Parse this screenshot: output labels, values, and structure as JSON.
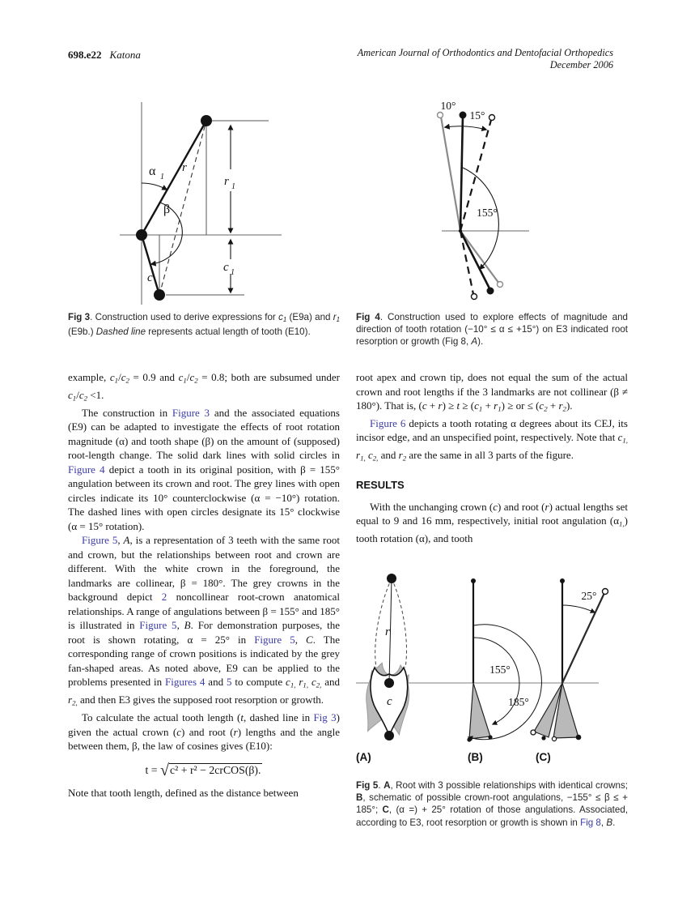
{
  "header": {
    "page_num": "698.e22",
    "author": "Katona",
    "journal": "American Journal of Orthodontics and Dentofacial Orthopedics",
    "issue": "December 2006"
  },
  "colors": {
    "link": "#3c3caa",
    "figure_gray": "#8a8a8a",
    "fan_fill": "#b9b9b9"
  },
  "fig3": {
    "caption": "^Fig 3^. Construction used to derive expressions for ~c~_1_ (E9a) and ~r~_1_ (E9b.) ~Dashed line~ represents actual length of tooth (E10).",
    "labels": {
      "alpha": "α",
      "alpha_sub": "1",
      "r": "r",
      "beta": "β",
      "c": "c",
      "r1": "r",
      "r1_sub": "1",
      "c1": "c",
      "c1_sub": "1"
    }
  },
  "fig4": {
    "caption": "^Fig 4^. Construction used to explore effects of magnitude and direction of tooth rotation (−10° ≤ α ≤ +15°) on E3 indicated root resorption or growth (Fig 8, ~A~).",
    "labels": {
      "a10": "10°",
      "a15": "15°",
      "a155": "155°"
    }
  },
  "fig5": {
    "caption": "^Fig 5^. ^A^, Root with 3 possible relationships with identical crowns; ^B^, schematic of possible crown-root angulations, −155° ≤ β ≤ + 185°; ^C^, (α =) + 25° rotation of those angulations. Associated, according to E3, root resorption or growth is shown in *Fig 8*, ~B~.",
    "labels": {
      "r": "r",
      "c": "c",
      "a155": "155°",
      "a185": "185°",
      "a25": "25°",
      "A": "(A)",
      "B": "(B)",
      "C": "(C)"
    }
  },
  "left_column": {
    "paragraphs_a": [
      {
        "ind": 0,
        "t": "example, ~c~_1_/~c~_2_ = 0.9 and ~c~_1_/~c~_2_ = 0.8; both are subsumed under ~c~_1_/~c~_2_ <1."
      },
      {
        "ind": 1,
        "t": "The construction in *Figure 3* and the associated equations (E9) can be adapted to investigate the effects of root rotation magnitude (α) and tooth shape (β) on the amount of (supposed) root-length change. The solid dark lines with solid circles in *Figure 4* depict a tooth in its original position, with β = 155° angulation between its crown and root. The grey lines with open circles indicate its 10° counterclockwise (α = −10°) rotation. The dashed lines with open circles designate its 15° clockwise (α = 15° rotation)."
      },
      {
        "ind": 1,
        "t": "*Figure 5*, ~A~, is a representation of 3 teeth with the same root and crown, but the relationships between root and crown are different. With the white crown in the foreground, the landmarks are collinear, β = 180°. The grey crowns in the background depict *2* noncollinear root-crown anatomical relationships. A range of angulations between β = 155° and 185° is illustrated in *Figure 5*, ~B~. For demonstration purposes, the root is shown rotating, α = 25° in *Figure 5*, ~C~. The corresponding range of crown positions is indicated by the grey fan-shaped areas. As noted above, E9 can be applied to the problems presented in *Figures 4* and *5* to compute ~c~_1,_ ~r~_1,_ ~c~_2,_ and ~r~_2,_ and then E3 gives the supposed root resorption or growth."
      },
      {
        "ind": 1,
        "t": "To calculate the actual tooth length (~t~, dashed line in *Fig 3*) given the actual crown (~c~) and root (~r~) lengths and the angle between them, β, the law of cosines gives (E10):"
      }
    ],
    "paragraphs_b": [
      {
        "ind": 0,
        "t": "Note that tooth length, defined as the distance between"
      }
    ]
  },
  "equation": {
    "lhs": "t = ",
    "radical_symbol": "√",
    "radicand": "c² + r² − 2crCOS(β)."
  },
  "right_column": {
    "paragraphs_a": [
      {
        "ind": 0,
        "t": "root apex and crown tip, does not equal the sum of the actual crown and root lengths if the 3 landmarks are not collinear (β ≠ 180°). That is, (~c~ + ~r~) ≥ ~t~ ≥ (~c~_1_ + ~r~_1_) ≥ or ≤ (~c~_2_ + ~r~_2_)."
      },
      {
        "ind": 1,
        "t": "*Figure 6* depicts a tooth rotating α degrees about its CEJ, its incisor edge, and an unspecified point, respectively. Note that ~c~_1,_ ~r~_1,_ ~c~_2,_ and ~r~_2_ are the same in all 3 parts of the figure."
      }
    ],
    "heading": "RESULTS",
    "paragraphs_b": [
      {
        "ind": 1,
        "t": "With the unchanging crown (~c~) and root (~r~) actual lengths set equal to 9 and 16 mm, respectively, initial root angulation (α_1,_) tooth rotation (α), and tooth"
      }
    ]
  }
}
